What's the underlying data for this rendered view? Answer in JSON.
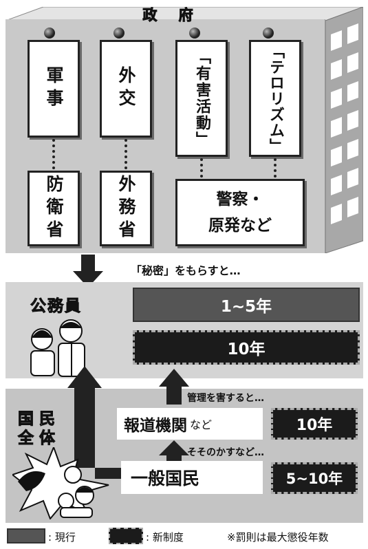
{
  "government": {
    "title": "政 府",
    "top_cards": [
      "軍事",
      "外交",
      "「有害活動」",
      "「テロリズム」"
    ],
    "bottom_cards": [
      "防衛省",
      "外務省",
      "警察・\n原発など"
    ]
  },
  "secret_label": "「秘密」をもらすと…",
  "civil_servant": {
    "label": "公務員",
    "current_penalty": "1~5年",
    "new_penalty": "10年"
  },
  "citizens": {
    "label_line1": "国 民",
    "label_line2": "全 体",
    "management_note": "管理を害すると…",
    "media_label": "報道機関",
    "media_suffix": "など",
    "media_penalty": "10年",
    "incite_note": "そそのかすなど…",
    "public_label": "一般国民",
    "public_penalty": "5~10年"
  },
  "legend": {
    "current": ": 現行",
    "new": ": 新制度",
    "note": "※罰則は最大懲役年数"
  },
  "colors": {
    "current_bar": "#555555",
    "new_bar": "#1b1b1b",
    "government_bg": "#c9c9c9"
  }
}
